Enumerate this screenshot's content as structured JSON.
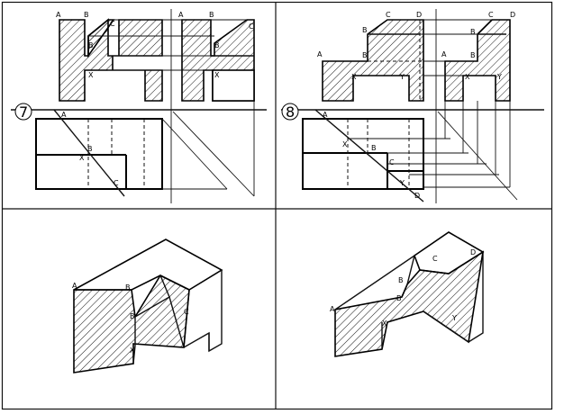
{
  "figure_numbers": {
    "left": "7",
    "right": "8"
  },
  "labels": {
    "A": "A",
    "B": "B",
    "C": "C",
    "D": "D",
    "X": "X",
    "Y": "Y"
  },
  "colors": {
    "line": "#000000",
    "background": "#ffffff"
  }
}
